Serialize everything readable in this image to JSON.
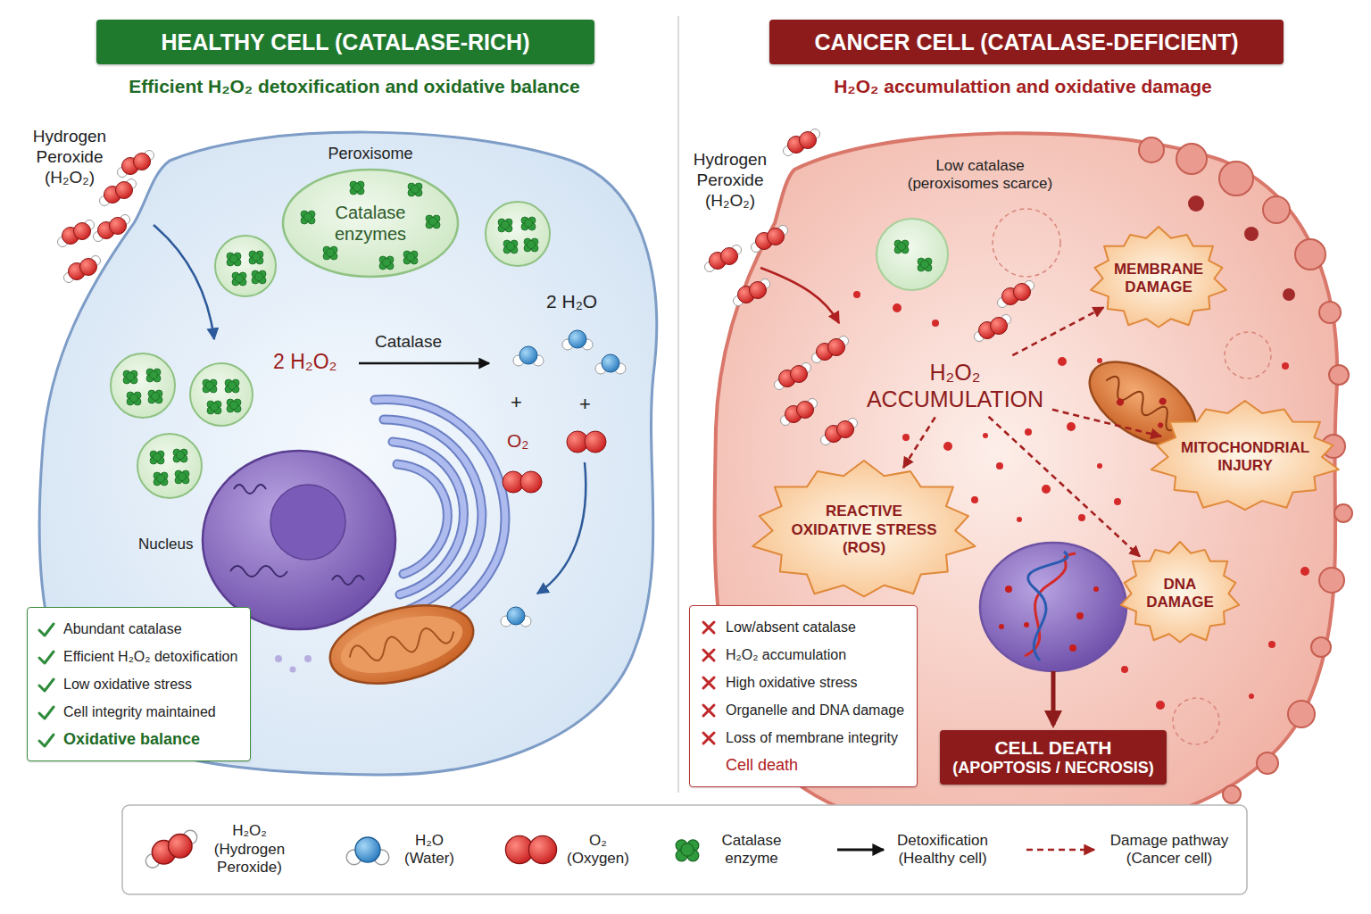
{
  "diagram": {
    "nodes": [
      {
        "text": [
          "HEALTHY CELL (CATALASE-RICH)"
        ]
      },
      {
        "text": [
          "Peroxisome",
          "Catalase enzymes"
        ]
      },
      {
        "text": [
          "Abundant catalase",
          "Efficient H₂O₂ detoxification",
          "Low oxidative stress",
          "Cell integrity maintained",
          "Oxidative balance"
        ]
      },
      {
        "text": [
          "CANCER CELL (CATALASE-DEFICIENT)"
        ]
      },
      {
        "text": [
          "H₂O₂ ACCUMULATION"
        ]
      },
      {
        "text": [
          "MEMBRANE DAMAGE"
        ]
      },
      {
        "text": [
          "MITOCHONDRIAL INJURY"
        ]
      },
      {
        "text": [
          "REACTIVE OXIDATIVE STRESS (ROS)"
        ]
      },
      {
        "text": [
          "DNA DAMAGE"
        ]
      },
      {
        "text": [
          "Low/absent catalase",
          "H₂O₂ accumulation",
          "High oxidative stress",
          "Organelle and DNA damage",
          "Loss of membrane integrity",
          "Cell death"
        ]
      },
      {
        "text": [
          "CELL DEATH",
          "(APOPTOSIS / NECROSIS)"
        ]
      }
    ],
    "edges": [
      {
        "from": 4,
        "to": 5,
        "arrow": "to"
      },
      {
        "from": 4,
        "to": 6,
        "arrow": "to"
      },
      {
        "from": 4,
        "to": 7,
        "arrow": "to"
      },
      {
        "from": 4,
        "to": 8,
        "arrow": "to"
      }
    ],
    "labels": [
      "Efficient H₂O₂ detoxification and oxidative balance",
      "Hydrogen Peroxide (H₂O₂)",
      "2 H₂O₂",
      "Catalase",
      "2 H₂O",
      "+",
      "+",
      "O₂",
      "Nucleus",
      "H₂O₂ accumulattion and oxidative damage",
      "Hydrogen Peroxide (H₂O₂)",
      "Low catalase (peroxisomes scarce)"
    ],
    "legend": [
      {
        "text": "H₂O₂ (Hydrogen Peroxide)"
      },
      {
        "text": "H₂O (Water)"
      },
      {
        "text": "O₂ (Oxygen)"
      },
      {
        "text": "Catalase enzyme"
      },
      {
        "text": "Detoxification (Healthy cell)"
      },
      {
        "text": "Damage pathway (Cancer cell)"
      }
    ]
  }
}
